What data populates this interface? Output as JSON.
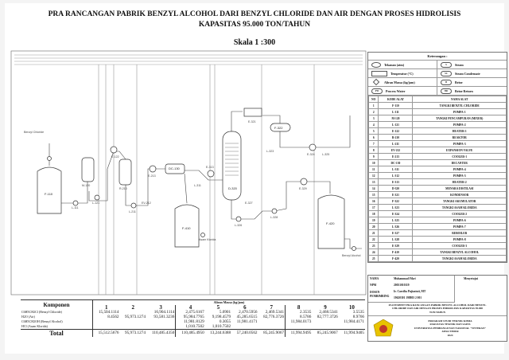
{
  "title": {
    "line1": "PRA RANCANGAN PABRIK BENZYL ALCOHOL DARI BENZYL CHLORIDE DAN AIR DENGAN PROSES HIDROLISIS",
    "line2": "KAPASITAS 95.000 TON/TAHUN",
    "scale": "Skala 1 :300"
  },
  "diagram": {
    "inlet_label": "Benzyl Chloride",
    "outlet_label": "Benzyl Alcohol",
    "hcl_label": "Asam Klorida",
    "equipment": {
      "F110": "F-110",
      "L111": "L-111",
      "M120": "M-120",
      "L121": "L-121",
      "E122": "E-122",
      "R210": "R-210",
      "L211": "L-211",
      "EV212": "EV-212",
      "E213": "E-213",
      "DC130": "DC-130",
      "L311": "L-311",
      "L312": "L-312",
      "E313": "E-313",
      "D320": "D-320",
      "E321": "E-321",
      "F322": "F-322",
      "L323": "L-323",
      "E324": "E-324",
      "L325": "L-325",
      "L326": "L-326",
      "E327": "E-327",
      "L328": "L-328",
      "E329": "E-329",
      "F410": "F-410",
      "F420": "F-420"
    }
  },
  "legend": {
    "heading": "Keterangan :",
    "symbols": [
      {
        "shape": "ellipse",
        "label": "Tekanan (atm)"
      },
      {
        "shape": "pill",
        "code": "S",
        "label": "Steam"
      },
      {
        "shape": "rect",
        "label": "Temperatur (°C)"
      },
      {
        "shape": "pill",
        "code": "SC",
        "label": "Steam Condensate"
      },
      {
        "shape": "diamond",
        "label": "Aliran Massa (kg/jam)"
      },
      {
        "shape": "pill",
        "code": "B",
        "label": "Brine"
      },
      {
        "shape": "pill",
        "code": "PW",
        "label": "Process Water"
      },
      {
        "shape": "pill",
        "code": "BR",
        "label": "Brine Return"
      }
    ],
    "columns": [
      "NO",
      "KODE ALAT",
      "NAMA ALAT"
    ],
    "equipment": [
      [
        "1",
        "F-110",
        "TANGKI BENZYL CHLORIDE"
      ],
      [
        "2",
        "L-111",
        "POMPA-1"
      ],
      [
        "3",
        "M-120",
        "TANGKI PENCAMPURAN (MIXER)"
      ],
      [
        "4",
        "L-121",
        "POMPA-2"
      ],
      [
        "5",
        "E-122",
        "HEATER-1"
      ],
      [
        "6",
        "R-210",
        "REAKTOR"
      ],
      [
        "7",
        "L-211",
        "POMPA-3"
      ],
      [
        "8",
        "EV-212",
        "EXPANSION VALVE"
      ],
      [
        "9",
        "E-213",
        "COOLER-1"
      ],
      [
        "10",
        "DC-130",
        "DECANTER"
      ],
      [
        "11",
        "L-311",
        "POMPA-4"
      ],
      [
        "12",
        "L-312",
        "POMPA-5"
      ],
      [
        "13",
        "E-313",
        "HEATER-2"
      ],
      [
        "14",
        "D-320",
        "MENARA DISTILASI"
      ],
      [
        "15",
        "E-321",
        "KONDENSOR"
      ],
      [
        "16",
        "F-322",
        "TANGKI AKUMULATOR"
      ],
      [
        "17",
        "L-323",
        "TANGKI ASAM KLORIDA"
      ],
      [
        "18",
        "E-324",
        "COOLER-2"
      ],
      [
        "19",
        "L-325",
        "POMPA-6"
      ],
      [
        "20",
        "L-326",
        "POMPA-7"
      ],
      [
        "21",
        "E-327",
        "REBOILER"
      ],
      [
        "22",
        "L-328",
        "POMPA-8"
      ],
      [
        "23",
        "E-329",
        "COOLER-3"
      ],
      [
        "24",
        "F-410",
        "TANGKI BENZYL ALCOHOL"
      ],
      [
        "25",
        "F-420",
        "TANGKI ASAM KLORIDA"
      ]
    ]
  },
  "title_block": {
    "nama_label": "NAMA",
    "nama": "Muhammad Fikri",
    "npm_label": "NPM",
    "npm": "20031010119",
    "dosen_label": "DOSEN PEMBIMBING",
    "dosen": "Ir. Caecilia Pujiastuti, MT",
    "nip": "19620301 198803 2 001",
    "approved": "Menyetujui",
    "doc_title": "FLOWSHEET PRA RANCANGAN PABRIK BENZYL ALCOHOL DARI BENZYL CHLORIDE DAN AIR DENGAN PROSES HIDROLISIS KAPASITAS 95.000 TON/TAHUN",
    "institution": [
      "PROGRAM STUDI TEKNIK KIMIA",
      "FAKULTAS TEKNIK DAN SAINS",
      "UNIVERSITAS PEMBANGUNAN NASIONAL \"VETERAN\"",
      "JAWA TIMUR",
      "2024"
    ]
  },
  "flow_table": {
    "component_header": "Komponen",
    "flow_header": "Aliran Massa (kg/jam)",
    "streams": [
      "1",
      "2",
      "3",
      "4",
      "5",
      "6",
      "7",
      "8",
      "9",
      "10"
    ],
    "rows": [
      {
        "name": "C6H5CH2Cl (Benzyl Chloride)",
        "values": [
          "15,504.1114",
          "",
          "16,904.1114",
          "2,475.6167",
          "5.0901",
          "2,470.5956",
          "2,469.5341",
          "2.3535",
          "2,468.5341",
          "3.5535"
        ]
      },
      {
        "name": "H2O (Air)",
        "values": [
          "8.4562",
          "95,973.1274",
          "93,581.3236",
          "95,984.7765",
          "9,198.4579",
          "45,285.6515",
          "82,776.3726",
          "8.5786",
          "82,777.3726",
          "8.9766"
        ]
      },
      {
        "name": "C6H5CH2OH (Benzyl Alcohol)",
        "values": [
          "",
          "",
          "",
          "11,981.8129",
          "0.3055",
          "11,981.4171",
          "",
          "11,984.0173",
          "",
          "11,984.4171"
        ]
      },
      {
        "name": "HCl (Asam Klorida)",
        "values": [
          "",
          "",
          "",
          "1,010.7502",
          "1,010.7502",
          "",
          "",
          "",
          "",
          ""
        ]
      }
    ],
    "total_label": "Total",
    "totals": [
      "15,512.5676",
      "95,973.1274",
      "110,485.4350",
      "110,485.4950",
      "13,244.6388",
      "57,240.0562",
      "85,245.9067",
      "11,994.9495",
      "85,245.9067",
      "11,994.9405"
    ]
  }
}
